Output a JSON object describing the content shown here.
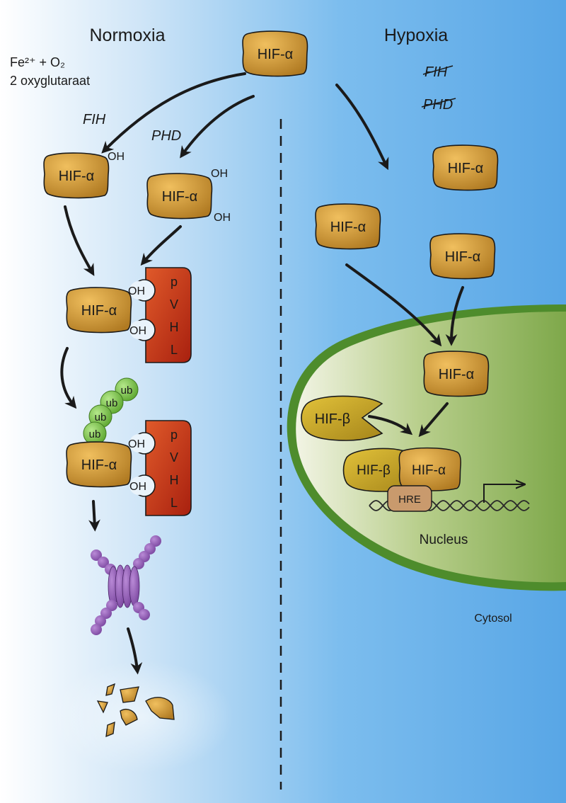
{
  "sections": {
    "normoxia": "Normoxia",
    "hypoxia": "Hypoxia",
    "cytosol": "Cytosol",
    "nucleus": "Nucleus"
  },
  "cofactors": {
    "line1": "Fe²⁺ + O₂",
    "line2": "2 oxyglutaraat"
  },
  "enzymes": {
    "fih": "FIH",
    "phd": "PHD",
    "fih_inactive": "FIH",
    "phd_inactive": "PHD"
  },
  "labels": {
    "hif_alpha": "HIF-α",
    "hif_beta": "HIF-β",
    "oh": "OH",
    "ub": "ub",
    "hre": "HRE",
    "pvhl": [
      "p",
      "V",
      "H",
      "L"
    ]
  },
  "colors": {
    "hif_alpha_fill": "#c8922f",
    "hif_beta_fill": "#c7a21d",
    "pvhl_fill": "#c8321c",
    "ubiquitin_fill": "#7dc24a",
    "proteasome_fill": "#8a52b0",
    "nucleus_fill": "#8fb45a",
    "nucleus_border": "#4d8a2a",
    "hre_fill": "#c79a6e",
    "cytosol_blue": "#5aaae6"
  }
}
